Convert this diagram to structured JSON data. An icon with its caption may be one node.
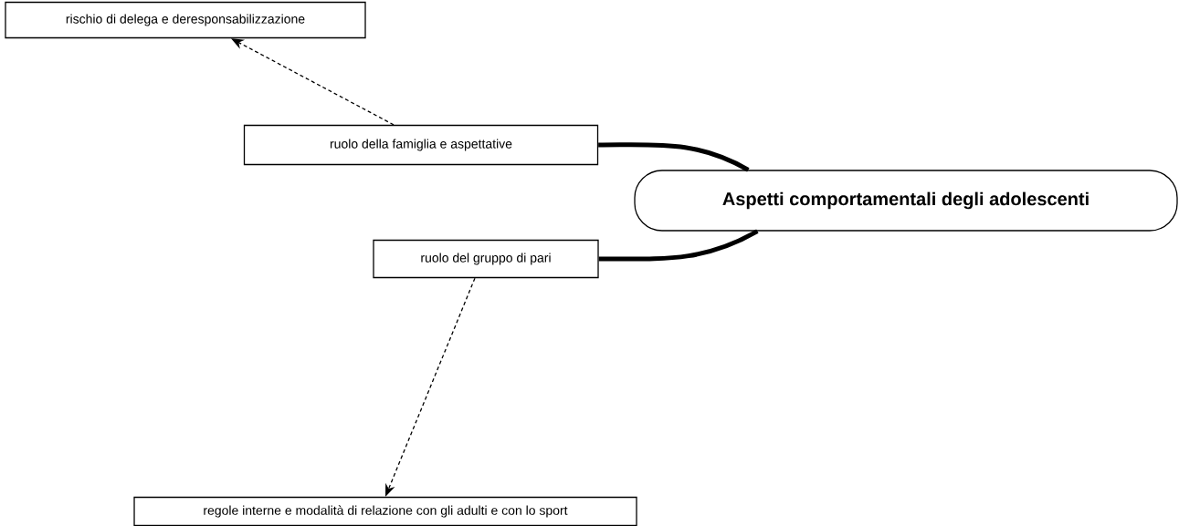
{
  "diagram": {
    "nodes": [
      {
        "text": [
          "Aspetti comportamentali degli adolescenti"
        ]
      },
      {
        "text": [
          "ruolo della famiglia e aspettative"
        ]
      },
      {
        "text": [
          "rischio di delega e deresponsabilizzazione"
        ]
      },
      {
        "text": [
          "ruolo del gruppo di pari"
        ]
      },
      {
        "text": [
          "regole interne e modalità di relazione con gli adulti e con lo sport"
        ]
      }
    ],
    "edges": [
      {
        "from": 0,
        "to": 1,
        "arrow": "none",
        "style": "thick"
      },
      {
        "from": 0,
        "to": 3,
        "arrow": "none",
        "style": "thick"
      },
      {
        "from": 1,
        "to": 2,
        "arrow": "to",
        "style": "dashed"
      },
      {
        "from": 3,
        "to": 4,
        "arrow": "to",
        "style": "dashed"
      }
    ]
  }
}
